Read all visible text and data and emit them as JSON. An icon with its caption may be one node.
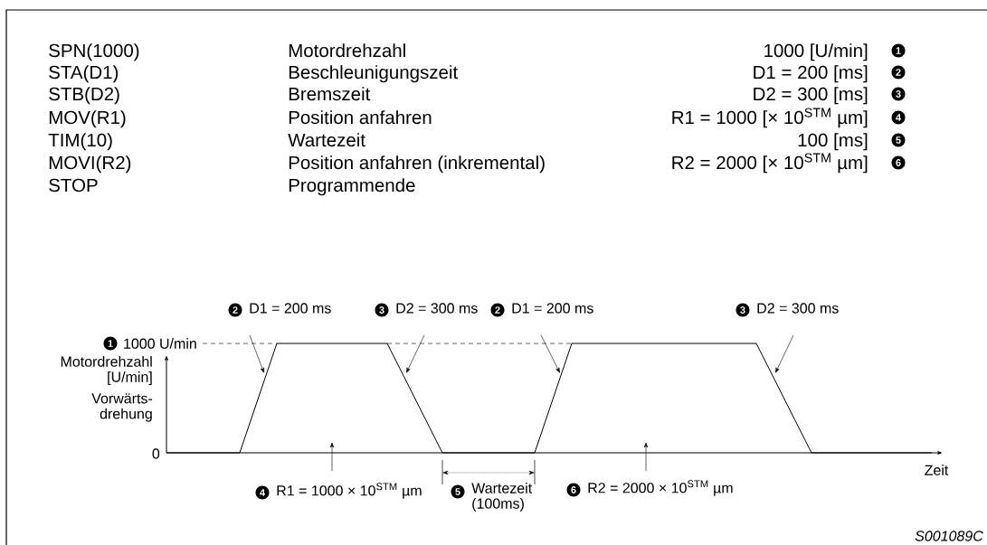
{
  "diagram": {
    "nodes": [
      {
        "text": [
          "D1 = 200 ms"
        ],
        "beside": [
          "2"
        ]
      },
      {
        "text": [
          "D2 = 300 ms"
        ],
        "beside": [
          "3"
        ]
      },
      {
        "text": [
          "D1 = 200 ms"
        ],
        "beside": [
          "2"
        ]
      },
      {
        "text": [
          "D2 = 300 ms"
        ],
        "beside": [
          "3"
        ]
      },
      {
        "text": [
          "R1 = 1000 × 10$^{STM}$ µm"
        ],
        "beside": [
          "4"
        ]
      },
      {
        "text": [
          "R2 = 2000 × 10$^{STM}$ µm"
        ],
        "beside": [
          "6"
        ]
      }
    ],
    "edges": [
      {
        "from": 0,
        "to": null,
        "arrow": "to"
      },
      {
        "from": 1,
        "to": null,
        "arrow": "to"
      },
      {
        "from": 2,
        "to": null,
        "arrow": "to"
      },
      {
        "from": 3,
        "to": null,
        "arrow": "to"
      },
      {
        "from": 4,
        "to": null,
        "arrow": "to"
      },
      {
        "from": 5,
        "to": null,
        "arrow": "to"
      }
    ],
    "labels": [
      "SPN(1000)",
      "Motordrehzahl",
      "1000 [U/min]",
      "1",
      "STA(D1)",
      "Beschleunigungszeit",
      "D1 = 200 [ms]",
      "2",
      "STB(D2)",
      "Bremszeit",
      "D2 = 300 [ms]",
      "3",
      "MOV(R1)",
      "Position anfahren",
      "R1 = 1000 [× 10$^{STM}$ µm]",
      "4",
      "TIM(10)",
      "Wartezeit",
      "100 [ms]",
      "5",
      "MOVI(R2)",
      "Position anfahren (inkremental)",
      "R2 = 2000 [× 10$^{STM}$ µm]",
      "6",
      "STOP",
      "Programmende",
      "1",
      "1000 U/min",
      "Motordrehzahl [U/min]",
      "Vorwärts- drehung",
      "0",
      "Zeit",
      "5",
      "Wartezeit (100ms)",
      "S001089C"
    ]
  }
}
